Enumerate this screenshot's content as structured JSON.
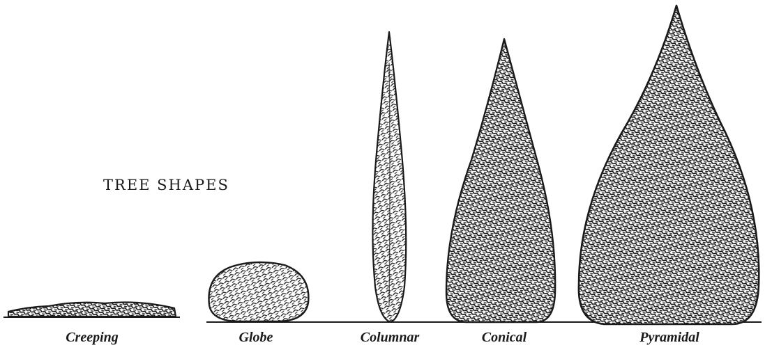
{
  "title": "TREE SHAPES",
  "colors": {
    "ink": "#1a1a1a",
    "background": "#ffffff"
  },
  "shapes": [
    {
      "id": "creeping",
      "label": "Creeping"
    },
    {
      "id": "globe",
      "label": "Globe"
    },
    {
      "id": "columnar",
      "label": "Columnar"
    },
    {
      "id": "conical",
      "label": "Conical"
    },
    {
      "id": "pyramidal",
      "label": "Pyramidal"
    }
  ]
}
